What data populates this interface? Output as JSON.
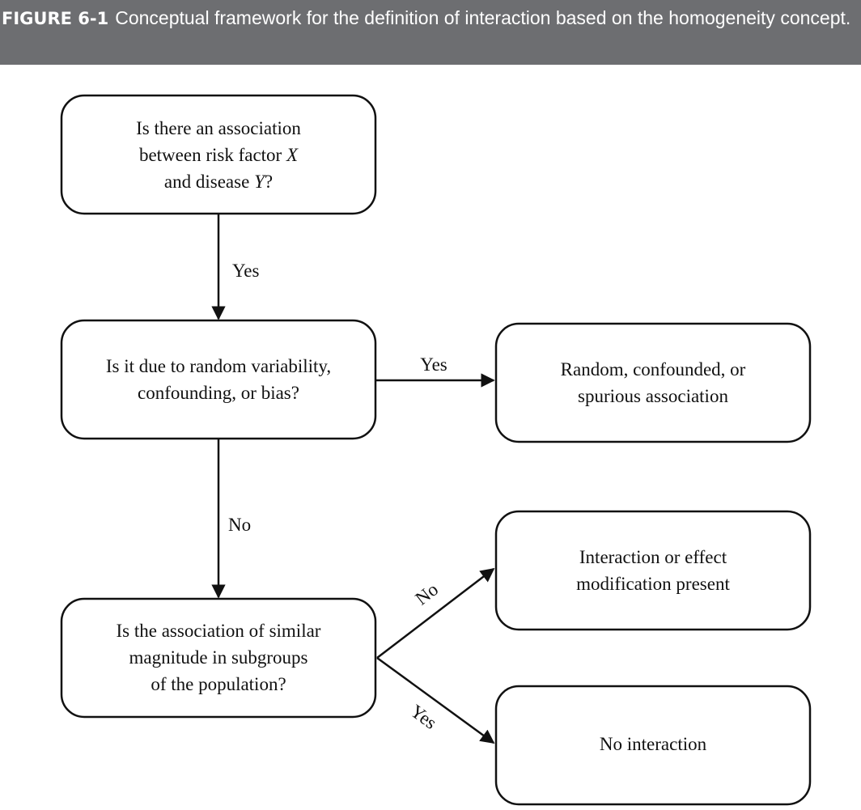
{
  "figure": {
    "number": "FIGURE 6-1",
    "caption": "Conceptual framework for the definition of interaction based on the homogeneity concept."
  },
  "nodes": {
    "question_association": {
      "lines": [
        [
          {
            "t": "Is there an association"
          }
        ],
        [
          {
            "t": "between risk factor "
          },
          {
            "t": "X",
            "i": true
          }
        ],
        [
          {
            "t": "and disease "
          },
          {
            "t": "Y",
            "i": true
          },
          {
            "t": "?"
          }
        ]
      ]
    },
    "question_random": {
      "lines": [
        [
          {
            "t": "Is it due to random variability,"
          }
        ],
        [
          {
            "t": "confounding, or bias?"
          }
        ]
      ]
    },
    "result_spurious": {
      "lines": [
        [
          {
            "t": "Random, confounded, or"
          }
        ],
        [
          {
            "t": "spurious association"
          }
        ]
      ]
    },
    "question_magnitude": {
      "lines": [
        [
          {
            "t": "Is the association of similar"
          }
        ],
        [
          {
            "t": "magnitude in subgroups"
          }
        ],
        [
          {
            "t": "of the population?"
          }
        ]
      ]
    },
    "result_interaction": {
      "lines": [
        [
          {
            "t": "Interaction or effect"
          }
        ],
        [
          {
            "t": "modification present"
          }
        ]
      ]
    },
    "result_no_interaction": {
      "lines": [
        [
          {
            "t": "No interaction"
          }
        ]
      ]
    }
  },
  "edges": {
    "association_to_random": "Yes",
    "random_to_spurious": "Yes",
    "random_to_magnitude": "No",
    "magnitude_to_interaction": "No",
    "magnitude_to_no_interaction": "Yes"
  }
}
